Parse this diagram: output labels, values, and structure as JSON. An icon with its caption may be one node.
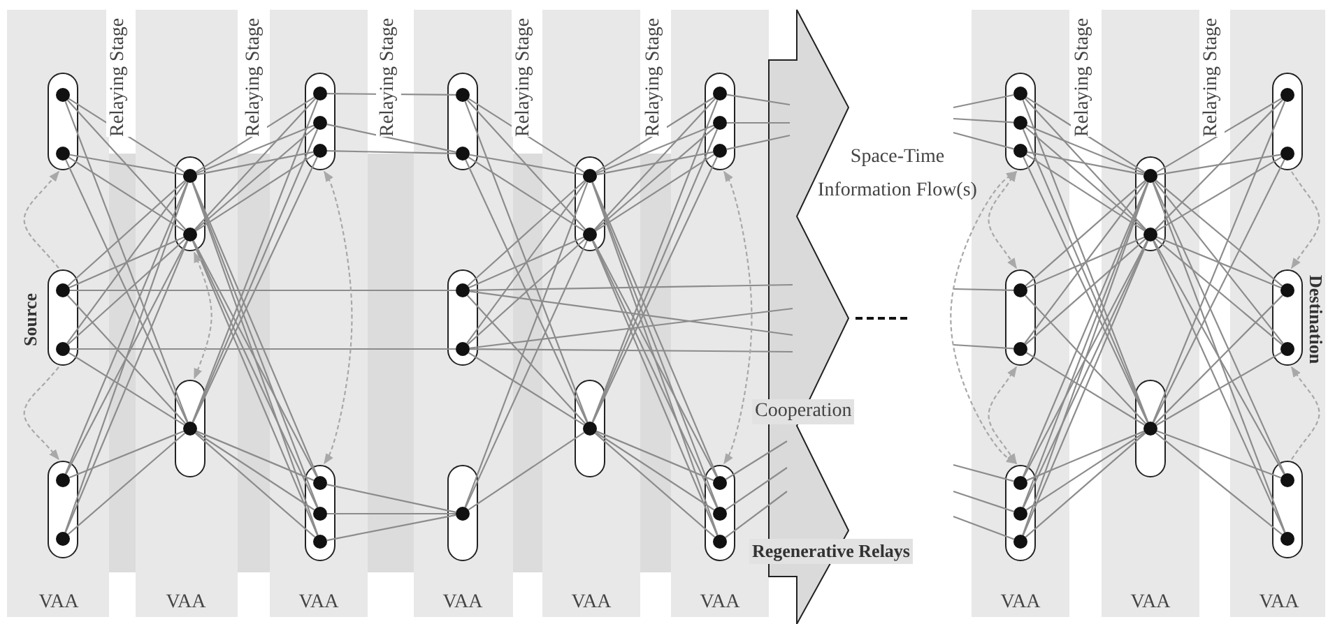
{
  "diagram": {
    "nodes": [
      {
        "text": [],
        "shape": "capsule"
      },
      {
        "text": [],
        "shape": "circle",
        "in": 0
      },
      {
        "text": [],
        "shape": "circle",
        "in": 0
      },
      {
        "text": [
          "Source"
        ]
      },
      {
        "text": [],
        "shape": "circle",
        "in": 3
      },
      {
        "text": [],
        "shape": "circle",
        "in": 3
      },
      {
        "text": [],
        "shape": "capsule"
      },
      {
        "text": [],
        "shape": "circle",
        "in": 6
      },
      {
        "text": [],
        "shape": "circle",
        "in": 6
      },
      {
        "text": [],
        "shape": "capsule"
      },
      {
        "text": [],
        "shape": "circle",
        "in": 9
      },
      {
        "text": [],
        "shape": "circle",
        "in": 9
      },
      {
        "text": [],
        "shape": "capsule"
      },
      {
        "text": [],
        "shape": "circle",
        "in": 12
      },
      {
        "text": [],
        "shape": "capsule"
      },
      {
        "text": [],
        "shape": "circle",
        "in": 14
      },
      {
        "text": [],
        "shape": "circle",
        "in": 14
      },
      {
        "text": [],
        "shape": "circle",
        "in": 14
      },
      {
        "text": [],
        "shape": "capsule"
      },
      {
        "text": [],
        "shape": "circle",
        "in": 18
      },
      {
        "text": [],
        "shape": "circle",
        "in": 18
      },
      {
        "text": [],
        "shape": "circle",
        "in": 18
      },
      {
        "text": [],
        "shape": "capsule"
      },
      {
        "text": [],
        "shape": "circle",
        "in": 22
      },
      {
        "text": [],
        "shape": "circle",
        "in": 22
      },
      {
        "text": [],
        "shape": "capsule"
      },
      {
        "text": [],
        "shape": "circle",
        "in": 25
      },
      {
        "text": [],
        "shape": "circle",
        "in": 25
      },
      {
        "text": [],
        "shape": "capsule"
      },
      {
        "text": [],
        "shape": "circle",
        "in": 28
      },
      {
        "text": [],
        "shape": "capsule"
      },
      {
        "text": [],
        "shape": "circle",
        "in": 30
      },
      {
        "text": [],
        "shape": "circle",
        "in": 30
      },
      {
        "text": [],
        "shape": "capsule"
      },
      {
        "text": [],
        "shape": "circle",
        "in": 33
      },
      {
        "text": [],
        "shape": "capsule"
      },
      {
        "text": [],
        "shape": "circle",
        "in": 35
      },
      {
        "text": [],
        "shape": "circle",
        "in": 35
      },
      {
        "text": [],
        "shape": "circle",
        "in": 35
      },
      {
        "text": [],
        "shape": "capsule"
      },
      {
        "text": [],
        "shape": "circle",
        "in": 39
      },
      {
        "text": [],
        "shape": "circle",
        "in": 39
      },
      {
        "text": [],
        "shape": "circle",
        "in": 39
      },
      {
        "text": [],
        "shape": "capsule"
      },
      {
        "text": [],
        "shape": "circle",
        "in": 43
      },
      {
        "text": [],
        "shape": "circle",
        "in": 43
      },
      {
        "text": [],
        "shape": "circle",
        "in": 43
      },
      {
        "text": [],
        "shape": "capsule"
      },
      {
        "text": [],
        "shape": "circle",
        "in": 47
      },
      {
        "text": [],
        "shape": "circle",
        "in": 47
      },
      {
        "text": [],
        "shape": "capsule"
      },
      {
        "text": [],
        "shape": "circle",
        "in": 50
      },
      {
        "text": [],
        "shape": "circle",
        "in": 50
      },
      {
        "text": [],
        "shape": "circle",
        "in": 50
      },
      {
        "text": [],
        "shape": "capsule"
      },
      {
        "text": [],
        "shape": "circle",
        "in": 54
      },
      {
        "text": [],
        "shape": "circle",
        "in": 54
      },
      {
        "text": [],
        "shape": "capsule"
      },
      {
        "text": [],
        "shape": "circle",
        "in": 57
      },
      {
        "text": [],
        "shape": "capsule"
      },
      {
        "text": [],
        "shape": "circle",
        "in": 59
      },
      {
        "text": [],
        "shape": "circle",
        "in": 59
      },
      {
        "text": [
          "Destination"
        ]
      },
      {
        "text": [],
        "shape": "circle",
        "in": 62
      },
      {
        "text": [],
        "shape": "circle",
        "in": 62
      },
      {
        "text": [],
        "shape": "capsule"
      },
      {
        "text": [],
        "shape": "circle",
        "in": 65
      },
      {
        "text": [],
        "shape": "circle",
        "in": 65
      }
    ],
    "edges": [
      {
        "from": 1,
        "to": 10,
        "arrow": "none"
      },
      {
        "from": 1,
        "to": 11,
        "arrow": "none"
      },
      {
        "from": 1,
        "to": 13,
        "arrow": "none"
      },
      {
        "from": 2,
        "to": 10,
        "arrow": "none"
      },
      {
        "from": 2,
        "to": 11,
        "arrow": "none"
      },
      {
        "from": 2,
        "to": 13,
        "arrow": "none"
      },
      {
        "from": 4,
        "to": 10,
        "arrow": "none"
      },
      {
        "from": 4,
        "to": 11,
        "arrow": "none"
      },
      {
        "from": 4,
        "to": 13,
        "arrow": "none"
      },
      {
        "from": 5,
        "to": 10,
        "arrow": "none"
      },
      {
        "from": 5,
        "to": 11,
        "arrow": "none"
      },
      {
        "from": 5,
        "to": 13,
        "arrow": "none"
      },
      {
        "from": 7,
        "to": 10,
        "arrow": "none"
      },
      {
        "from": 7,
        "to": 11,
        "arrow": "none"
      },
      {
        "from": 7,
        "to": 13,
        "arrow": "none"
      },
      {
        "from": 8,
        "to": 10,
        "arrow": "none"
      },
      {
        "from": 8,
        "to": 11,
        "arrow": "none"
      },
      {
        "from": 8,
        "to": 13,
        "arrow": "none"
      },
      {
        "from": 10,
        "to": 15,
        "arrow": "none"
      },
      {
        "from": 10,
        "to": 16,
        "arrow": "none"
      },
      {
        "from": 10,
        "to": 17,
        "arrow": "none"
      },
      {
        "from": 10,
        "to": 19,
        "arrow": "none"
      },
      {
        "from": 10,
        "to": 20,
        "arrow": "none"
      },
      {
        "from": 10,
        "to": 21,
        "arrow": "none"
      },
      {
        "from": 11,
        "to": 15,
        "arrow": "none"
      },
      {
        "from": 11,
        "to": 16,
        "arrow": "none"
      },
      {
        "from": 11,
        "to": 17,
        "arrow": "none"
      },
      {
        "from": 11,
        "to": 19,
        "arrow": "none"
      },
      {
        "from": 11,
        "to": 20,
        "arrow": "none"
      },
      {
        "from": 11,
        "to": 21,
        "arrow": "none"
      },
      {
        "from": 13,
        "to": 15,
        "arrow": "none"
      },
      {
        "from": 13,
        "to": 16,
        "arrow": "none"
      },
      {
        "from": 13,
        "to": 17,
        "arrow": "none"
      },
      {
        "from": 13,
        "to": 19,
        "arrow": "none"
      },
      {
        "from": 13,
        "to": 20,
        "arrow": "none"
      },
      {
        "from": 13,
        "to": 21,
        "arrow": "none"
      },
      {
        "from": 15,
        "to": 23,
        "arrow": "none"
      },
      {
        "from": 16,
        "to": 24,
        "arrow": "none"
      },
      {
        "from": 17,
        "to": 24,
        "arrow": "none"
      },
      {
        "from": 19,
        "to": 29,
        "arrow": "none"
      },
      {
        "from": 20,
        "to": 29,
        "arrow": "none"
      },
      {
        "from": 21,
        "to": 29,
        "arrow": "none"
      },
      {
        "from": 4,
        "to": 26,
        "arrow": "none"
      },
      {
        "from": 5,
        "to": 27,
        "arrow": "none"
      },
      {
        "from": 23,
        "to": 31,
        "arrow": "none"
      },
      {
        "from": 23,
        "to": 32,
        "arrow": "none"
      },
      {
        "from": 23,
        "to": 34,
        "arrow": "none"
      },
      {
        "from": 24,
        "to": 31,
        "arrow": "none"
      },
      {
        "from": 24,
        "to": 32,
        "arrow": "none"
      },
      {
        "from": 24,
        "to": 34,
        "arrow": "none"
      },
      {
        "from": 26,
        "to": 31,
        "arrow": "none"
      },
      {
        "from": 26,
        "to": 32,
        "arrow": "none"
      },
      {
        "from": 26,
        "to": 34,
        "arrow": "none"
      },
      {
        "from": 27,
        "to": 31,
        "arrow": "none"
      },
      {
        "from": 27,
        "to": 32,
        "arrow": "none"
      },
      {
        "from": 27,
        "to": 34,
        "arrow": "none"
      },
      {
        "from": 29,
        "to": 31,
        "arrow": "none"
      },
      {
        "from": 29,
        "to": 32,
        "arrow": "none"
      },
      {
        "from": 29,
        "to": 34,
        "arrow": "none"
      },
      {
        "from": 31,
        "to": 36,
        "arrow": "none"
      },
      {
        "from": 31,
        "to": 37,
        "arrow": "none"
      },
      {
        "from": 31,
        "to": 38,
        "arrow": "none"
      },
      {
        "from": 31,
        "to": 40,
        "arrow": "none"
      },
      {
        "from": 31,
        "to": 41,
        "arrow": "none"
      },
      {
        "from": 31,
        "to": 42,
        "arrow": "none"
      },
      {
        "from": 32,
        "to": 36,
        "arrow": "none"
      },
      {
        "from": 32,
        "to": 37,
        "arrow": "none"
      },
      {
        "from": 32,
        "to": 38,
        "arrow": "none"
      },
      {
        "from": 32,
        "to": 40,
        "arrow": "none"
      },
      {
        "from": 32,
        "to": 41,
        "arrow": "none"
      },
      {
        "from": 32,
        "to": 42,
        "arrow": "none"
      },
      {
        "from": 34,
        "to": 36,
        "arrow": "none"
      },
      {
        "from": 34,
        "to": 37,
        "arrow": "none"
      },
      {
        "from": 34,
        "to": 38,
        "arrow": "none"
      },
      {
        "from": 34,
        "to": 40,
        "arrow": "none"
      },
      {
        "from": 34,
        "to": 41,
        "arrow": "none"
      },
      {
        "from": 34,
        "to": 42,
        "arrow": "none"
      },
      {
        "from": 36,
        "to": null,
        "arrow": "none"
      },
      {
        "from": 37,
        "to": null,
        "arrow": "none"
      },
      {
        "from": 38,
        "to": null,
        "arrow": "none"
      },
      {
        "from": 40,
        "to": null,
        "arrow": "none"
      },
      {
        "from": 41,
        "to": null,
        "arrow": "none"
      },
      {
        "from": 42,
        "to": null,
        "arrow": "none"
      },
      {
        "from": 26,
        "to": null,
        "arrow": "none"
      },
      {
        "from": 26,
        "to": null,
        "arrow": "none"
      },
      {
        "from": 27,
        "to": null,
        "arrow": "none"
      },
      {
        "from": 27,
        "to": null,
        "arrow": "none"
      },
      {
        "from": null,
        "to": 44,
        "arrow": "none"
      },
      {
        "from": null,
        "to": 45,
        "arrow": "none"
      },
      {
        "from": null,
        "to": 46,
        "arrow": "none"
      },
      {
        "from": null,
        "to": 48,
        "arrow": "none"
      },
      {
        "from": null,
        "to": 49,
        "arrow": "none"
      },
      {
        "from": null,
        "to": 51,
        "arrow": "none"
      },
      {
        "from": null,
        "to": 52,
        "arrow": "none"
      },
      {
        "from": null,
        "to": 53,
        "arrow": "none"
      },
      {
        "from": 44,
        "to": 55,
        "arrow": "none"
      },
      {
        "from": 44,
        "to": 56,
        "arrow": "none"
      },
      {
        "from": 44,
        "to": 58,
        "arrow": "none"
      },
      {
        "from": 45,
        "to": 55,
        "arrow": "none"
      },
      {
        "from": 45,
        "to": 56,
        "arrow": "none"
      },
      {
        "from": 45,
        "to": 58,
        "arrow": "none"
      },
      {
        "from": 46,
        "to": 55,
        "arrow": "none"
      },
      {
        "from": 46,
        "to": 56,
        "arrow": "none"
      },
      {
        "from": 46,
        "to": 58,
        "arrow": "none"
      },
      {
        "from": 48,
        "to": 55,
        "arrow": "none"
      },
      {
        "from": 48,
        "to": 56,
        "arrow": "none"
      },
      {
        "from": 48,
        "to": 58,
        "arrow": "none"
      },
      {
        "from": 49,
        "to": 55,
        "arrow": "none"
      },
      {
        "from": 49,
        "to": 56,
        "arrow": "none"
      },
      {
        "from": 49,
        "to": 58,
        "arrow": "none"
      },
      {
        "from": 51,
        "to": 55,
        "arrow": "none"
      },
      {
        "from": 51,
        "to": 56,
        "arrow": "none"
      },
      {
        "from": 51,
        "to": 58,
        "arrow": "none"
      },
      {
        "from": 52,
        "to": 55,
        "arrow": "none"
      },
      {
        "from": 52,
        "to": 56,
        "arrow": "none"
      },
      {
        "from": 52,
        "to": 58,
        "arrow": "none"
      },
      {
        "from": 53,
        "to": 55,
        "arrow": "none"
      },
      {
        "from": 53,
        "to": 56,
        "arrow": "none"
      },
      {
        "from": 53,
        "to": 58,
        "arrow": "none"
      },
      {
        "from": 55,
        "to": 60,
        "arrow": "none"
      },
      {
        "from": 55,
        "to": 61,
        "arrow": "none"
      },
      {
        "from": 55,
        "to": 63,
        "arrow": "none"
      },
      {
        "from": 55,
        "to": 64,
        "arrow": "none"
      },
      {
        "from": 55,
        "to": 66,
        "arrow": "none"
      },
      {
        "from": 55,
        "to": 67,
        "arrow": "none"
      },
      {
        "from": 56,
        "to": 60,
        "arrow": "none"
      },
      {
        "from": 56,
        "to": 61,
        "arrow": "none"
      },
      {
        "from": 56,
        "to": 63,
        "arrow": "none"
      },
      {
        "from": 56,
        "to": 64,
        "arrow": "none"
      },
      {
        "from": 56,
        "to": 66,
        "arrow": "none"
      },
      {
        "from": 56,
        "to": 67,
        "arrow": "none"
      },
      {
        "from": 58,
        "to": 60,
        "arrow": "none"
      },
      {
        "from": 58,
        "to": 61,
        "arrow": "none"
      },
      {
        "from": 58,
        "to": 63,
        "arrow": "none"
      },
      {
        "from": 58,
        "to": 64,
        "arrow": "none"
      },
      {
        "from": 58,
        "to": 66,
        "arrow": "none"
      },
      {
        "from": 58,
        "to": 67,
        "arrow": "none"
      },
      {
        "from": 3,
        "to": 0,
        "arrow": "to",
        "style": "dashed",
        "color": "#a8a8a8"
      },
      {
        "from": 3,
        "to": 6,
        "arrow": "to",
        "style": "dashed",
        "color": "#a8a8a8"
      },
      {
        "from": 9,
        "to": 12,
        "arrow": "both",
        "style": "dashed",
        "color": "#a8a8a8"
      },
      {
        "from": 14,
        "to": 18,
        "arrow": "both",
        "style": "dashed",
        "color": "#a8a8a8"
      },
      {
        "from": 35,
        "to": 39,
        "arrow": "both",
        "style": "dashed",
        "color": "#a8a8a8"
      },
      {
        "from": 43,
        "to": 47,
        "arrow": "both",
        "style": "dashed",
        "color": "#a8a8a8"
      },
      {
        "from": 47,
        "to": 50,
        "arrow": "both",
        "style": "dashed",
        "color": "#a8a8a8"
      },
      {
        "from": 43,
        "to": 50,
        "arrow": "both",
        "style": "dashed",
        "color": "#a8a8a8"
      },
      {
        "from": 59,
        "to": 62,
        "arrow": "to",
        "style": "dashed",
        "color": "#a8a8a8"
      },
      {
        "from": 65,
        "to": 62,
        "arrow": "to",
        "style": "dashed",
        "color": "#a8a8a8"
      }
    ],
    "labels": [
      "Relaying Stage",
      "Relaying Stage",
      "Relaying Stage",
      "Relaying Stage",
      "Relaying Stage",
      "Relaying Stage",
      "Relaying Stage",
      "Space-Time Information Flow(s)",
      "Cooperation",
      "Regenerative Relays",
      "VAA",
      "VAA",
      "VAA",
      "VAA",
      "VAA",
      "VAA",
      "VAA",
      "VAA",
      "VAA"
    ]
  }
}
